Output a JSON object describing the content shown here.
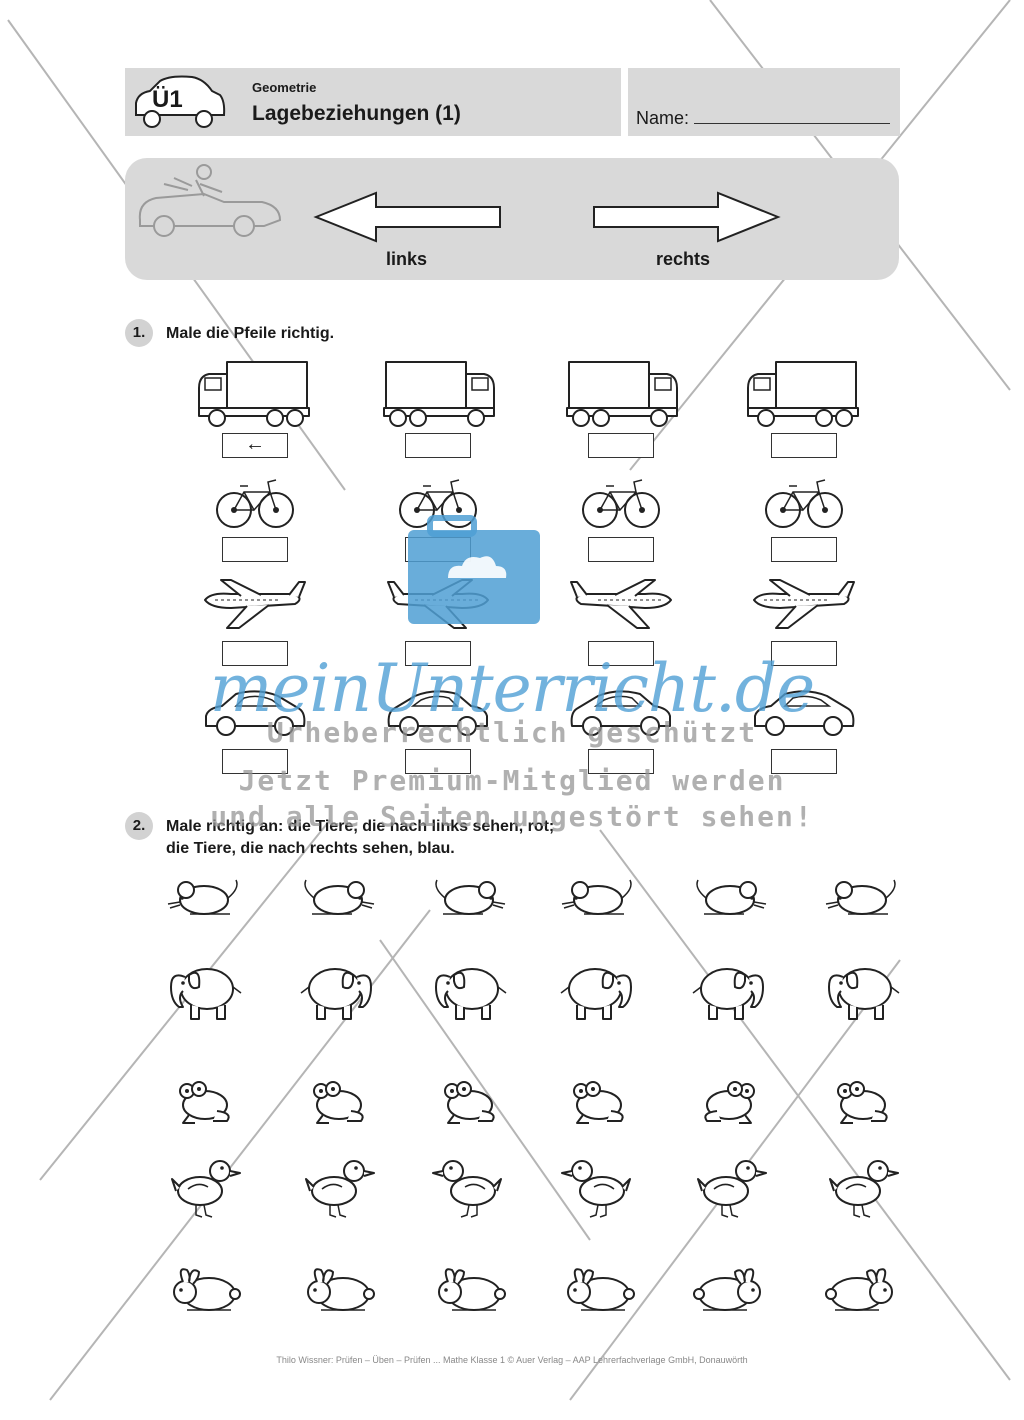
{
  "header": {
    "badge": "Ü1",
    "subject": "Geometrie",
    "title": "Lagebeziehungen (1)",
    "name_label": "Name:"
  },
  "banner": {
    "left_label": "links",
    "right_label": "rechts"
  },
  "task1": {
    "number": "1.",
    "text": "Male die Pfeile richtig.",
    "rows": [
      {
        "vehicle": "truck",
        "facing": [
          "left",
          "right",
          "right",
          "left"
        ]
      },
      {
        "vehicle": "bicycle",
        "facing": [
          "left",
          "left",
          "left",
          "left"
        ]
      },
      {
        "vehicle": "airplane",
        "facing": [
          "left",
          "right",
          "right",
          "left"
        ]
      },
      {
        "vehicle": "car",
        "facing": [
          "left",
          "right",
          "right",
          "left"
        ]
      }
    ],
    "example_answer": "←"
  },
  "task2": {
    "number": "2.",
    "line1": "Male richtig an: die Tiere, die nach links sehen, rot;",
    "line2": "die Tiere, die nach rechts sehen, blau.",
    "rows": [
      {
        "animal": "mouse",
        "facing": [
          "left",
          "right",
          "right",
          "left",
          "right",
          "left"
        ]
      },
      {
        "animal": "elephant",
        "facing": [
          "left",
          "right",
          "left",
          "right",
          "right",
          "left"
        ]
      },
      {
        "animal": "frog",
        "facing": [
          "left",
          "left",
          "left",
          "left",
          "right",
          "left"
        ]
      },
      {
        "animal": "duck",
        "facing": [
          "right",
          "right",
          "left",
          "left",
          "right",
          "right"
        ]
      },
      {
        "animal": "rabbit",
        "facing": [
          "left",
          "left",
          "left",
          "left",
          "right",
          "right"
        ]
      }
    ]
  },
  "watermark": {
    "brand": "meinUnterricht.de",
    "line1": "Urheberrechtlich geschützt",
    "line2": "Jetzt Premium-Mitglied werden",
    "line3": "und alle Seiten ungestört sehen!"
  },
  "footer": "Thilo Wissner: Prüfen – Üben – Prüfen ... Mathe Klasse 1 © Auer Verlag – AAP Lehrerfachverlage GmbH, Donauwörth",
  "colors": {
    "panel": "#d9d9d9",
    "brand_blue": "#4f9fd4",
    "watermark_gray": "#999999"
  }
}
